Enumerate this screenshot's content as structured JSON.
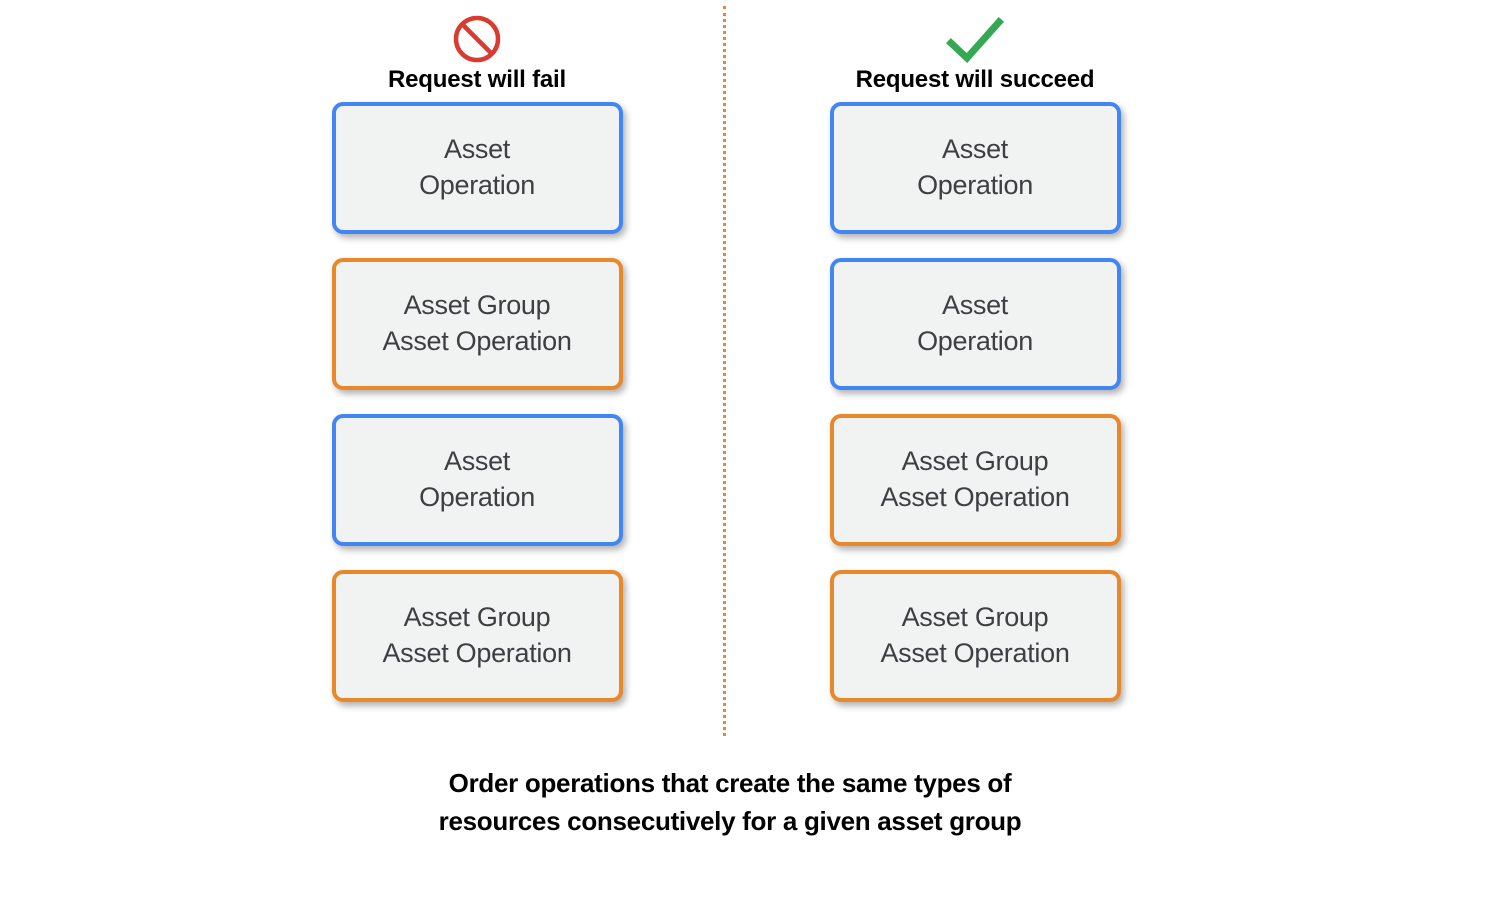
{
  "diagram": {
    "columns": [
      {
        "id": "fail",
        "icon": "prohibition-icon",
        "icon_color": "#d93b30",
        "title": "Request will fail",
        "cards": [
          {
            "type": "asset-operation",
            "color": "blue",
            "label": "Asset\nOperation"
          },
          {
            "type": "asset-group-operation",
            "color": "orange",
            "label": "Asset Group\nAsset Operation"
          },
          {
            "type": "asset-operation",
            "color": "blue",
            "label": "Asset\nOperation"
          },
          {
            "type": "asset-group-operation",
            "color": "orange",
            "label": "Asset Group\nAsset Operation"
          }
        ]
      },
      {
        "id": "succeed",
        "icon": "checkmark-icon",
        "icon_color": "#34a853",
        "title": "Request will succeed",
        "cards": [
          {
            "type": "asset-operation",
            "color": "blue",
            "label": "Asset\nOperation"
          },
          {
            "type": "asset-operation",
            "color": "blue",
            "label": "Asset\nOperation"
          },
          {
            "type": "asset-group-operation",
            "color": "orange",
            "label": "Asset Group\nAsset Operation"
          },
          {
            "type": "asset-group-operation",
            "color": "orange",
            "label": "Asset Group\nAsset Operation"
          }
        ]
      }
    ],
    "caption": "Order operations that create the same types of\nresources consecutively for a given asset group",
    "divider": {
      "style": "dotted",
      "color": "#e8882a",
      "orientation": "vertical"
    }
  },
  "colors": {
    "blue_border": "#4285f4",
    "orange_border": "#e8882a",
    "card_fill": "#f1f2f2",
    "card_text": "#3c4043",
    "title_text": "#000000",
    "fail_icon": "#d93b30",
    "success_icon": "#34a853",
    "background": "#ffffff"
  }
}
